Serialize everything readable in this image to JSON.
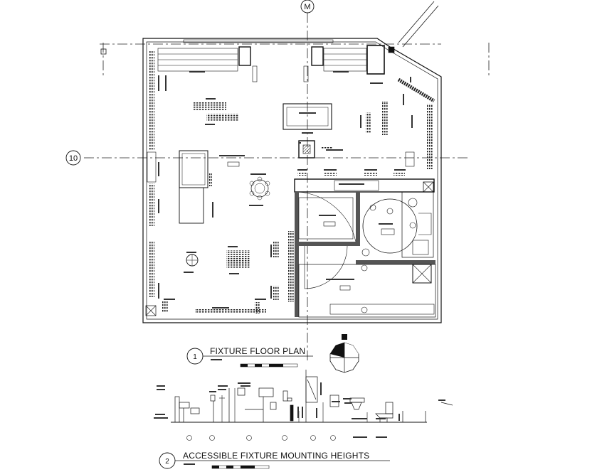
{
  "grid_labels": {
    "column_m": "M",
    "row_10": "10"
  },
  "titles": {
    "plan": {
      "number": "1",
      "text": "FIXTURE FLOOR PLAN"
    },
    "heights": {
      "number": "2",
      "text": "ACCESSIBLE FIXTURE MOUNTING HEIGHTS"
    }
  },
  "colors": {
    "line": "#111111",
    "grid": "#222222",
    "hatch": "#333333",
    "paper": "#ffffff"
  }
}
